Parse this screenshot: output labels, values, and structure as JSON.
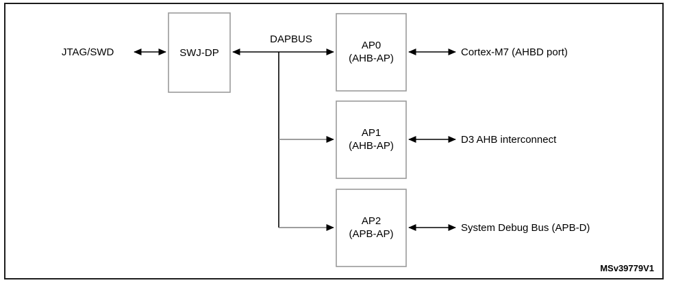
{
  "figure": {
    "id_label": "MSv39779V1",
    "frame": {
      "stroke": "#1b1b1b"
    }
  },
  "colors": {
    "box_border": "#9a9a9a",
    "line": "#000000",
    "line_gray": "#7d7d7d",
    "text": "#000000",
    "background": "#ffffff"
  },
  "nodes": [
    {
      "key": "swj_dp",
      "line1": "SWJ-DP",
      "line2": ""
    },
    {
      "key": "ap0",
      "line1": "AP0",
      "line2": "(AHB-AP)"
    },
    {
      "key": "ap1",
      "line1": "AP1",
      "line2": "(AHB-AP)"
    },
    {
      "key": "ap2",
      "line1": "AP2",
      "line2": "(APB-AP)"
    }
  ],
  "edge_labels": {
    "dapbus": "DAPBUS"
  },
  "endpoints": {
    "jtag_swd": "JTAG/SWD",
    "ap0_target": "Cortex-M7 (AHBD port)",
    "ap1_target": "D3 AHB interconnect",
    "ap2_target": "System Debug Bus (APB-D)"
  }
}
